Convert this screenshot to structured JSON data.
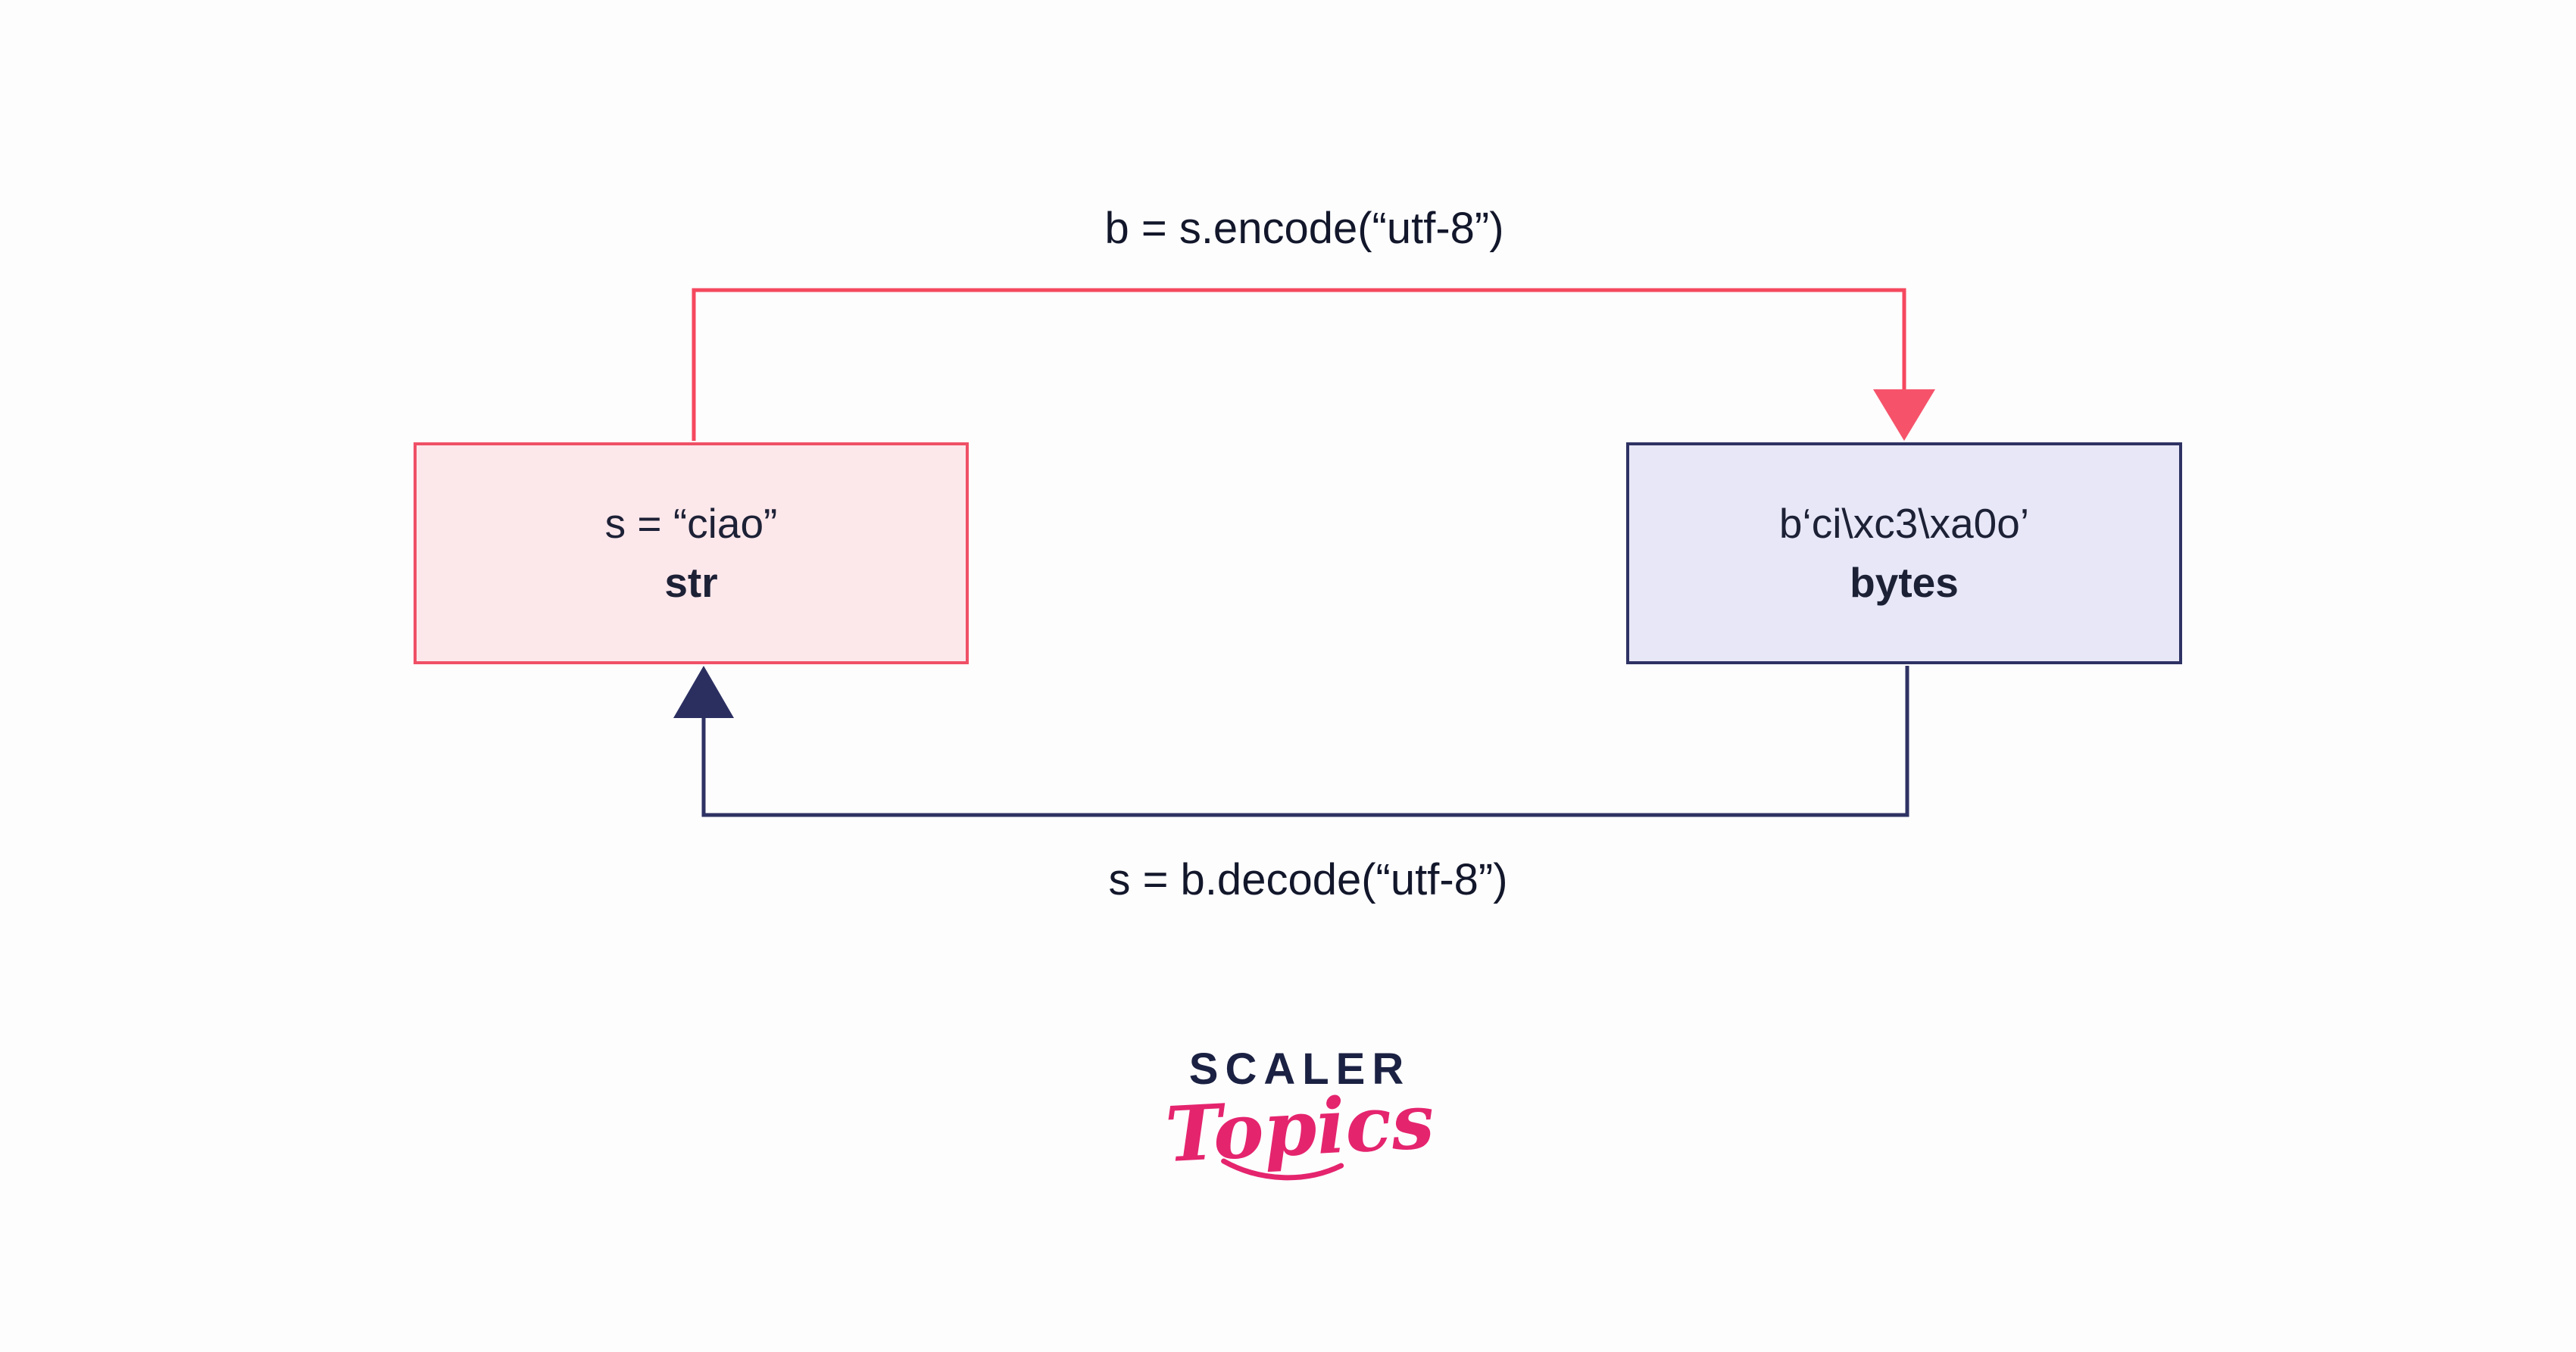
{
  "diagram": {
    "str_box": {
      "value": "s = “ciao”",
      "type": "str",
      "fill": "#fce7eb",
      "border": "#ef5066"
    },
    "bytes_box": {
      "value": "b‘ci\\xc3\\xa0o’",
      "type": "bytes",
      "fill": "#e7e7f7",
      "border": "#2e3263"
    },
    "encode_arrow": {
      "label": "b = s.encode(“utf-8”)",
      "color": "#f5485e",
      "direction": "str-to-bytes"
    },
    "decode_arrow": {
      "label": "s = b.decode(“utf-8”)",
      "color": "#2e3263",
      "direction": "bytes-to-str"
    }
  },
  "logo": {
    "primary": "SCALER",
    "secondary": "Topics",
    "accent": "#e5246e"
  }
}
